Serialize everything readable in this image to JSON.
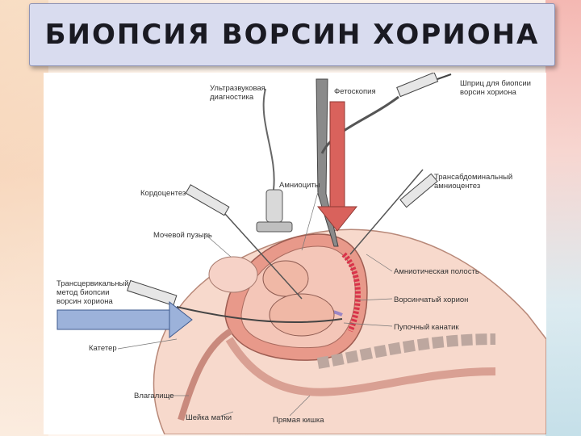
{
  "title": "БИОПСИЯ ВОРСИН ХОРИОНА",
  "labels": {
    "ultrasound": "Ультразвуковая\nдиагностика",
    "fetoscope": "Фетоскопия",
    "syringe": "Шприц для биопсии\nворсин хориона",
    "amniocytes": "Амниоциты",
    "transabdominal": "Трансабдоминальный\nамниоцентез",
    "cordocentesis": "Кордоцентез",
    "bladder": "Мочевой пузырь",
    "amniotic_cavity": "Амниотическая полость",
    "transcervical": "Трансцервикальный\nметод биопсии\nворсин хориона",
    "villous_chorion": "Ворсинчатый хорион",
    "umbilical_cord": "Пупочный канатик",
    "catheter": "Катетер",
    "vagina": "Влагалище",
    "cervix": "Шейка матки",
    "rectum": "Прямая кишка"
  },
  "colors": {
    "pointer_red": "#d9625c",
    "pointer_blue": "#9cb2da",
    "tissue": "#f2c2b3",
    "uterus_wall": "#e8998a",
    "chorion": "#d9334a"
  }
}
